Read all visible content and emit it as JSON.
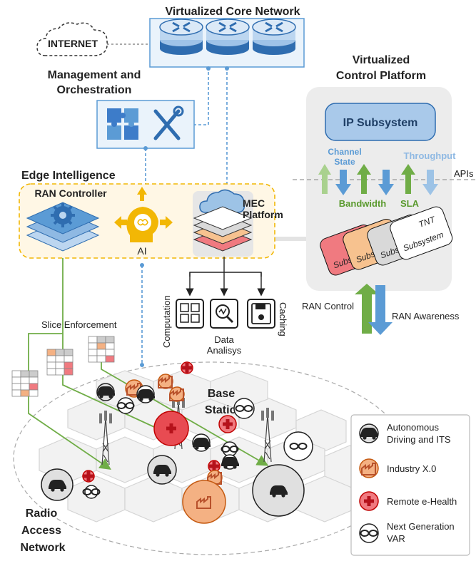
{
  "core": {
    "title": "Virtualized Core Network"
  },
  "internet": {
    "label": "INTERNET"
  },
  "mgmt": {
    "line1": "Management and",
    "line2": "Orchestration"
  },
  "control": {
    "line1": "Virtualized",
    "line2": "Control Platform",
    "ip_subsystem": "IP Subsystem",
    "apis": "APIs",
    "channel_line1": "Channel",
    "channel_line2": "State",
    "throughput": "Throughput",
    "bandwidth": "Bandwidth",
    "sla": "SLA",
    "tnt_label": "TNT",
    "subs_label": "Subs",
    "subsystem_label": "Subsystem"
  },
  "edge": {
    "title": "Edge Intelligence",
    "ran_controller": "RAN Controller",
    "ai": "AI",
    "mec_line1": "MEC",
    "mec_line2": "Platform"
  },
  "mec_services": {
    "computation": "Computation",
    "data_line1": "Data",
    "data_line2": "Analisys",
    "caching": "Caching"
  },
  "slice": {
    "label": "Slice Enforcement"
  },
  "ran": {
    "control": "RAN Control",
    "awareness": "RAN Awareness",
    "line1": "Radio",
    "line2": "Access",
    "line3": "Network"
  },
  "base_station": {
    "line1": "Base",
    "line2": "Station"
  },
  "legend": {
    "autonomous_line1": "Autonomous",
    "autonomous_line2": "Driving and ITS",
    "industry": "Industry X.0",
    "health": "Remote e-Health",
    "var_line1": "Next Generation",
    "var_line2": "VAR"
  },
  "colors": {
    "blue_dash": "#5b9bd5",
    "green": "#70ad47",
    "orange": "#ed9a53",
    "red": "#e84b52",
    "gold": "#f2b705"
  }
}
